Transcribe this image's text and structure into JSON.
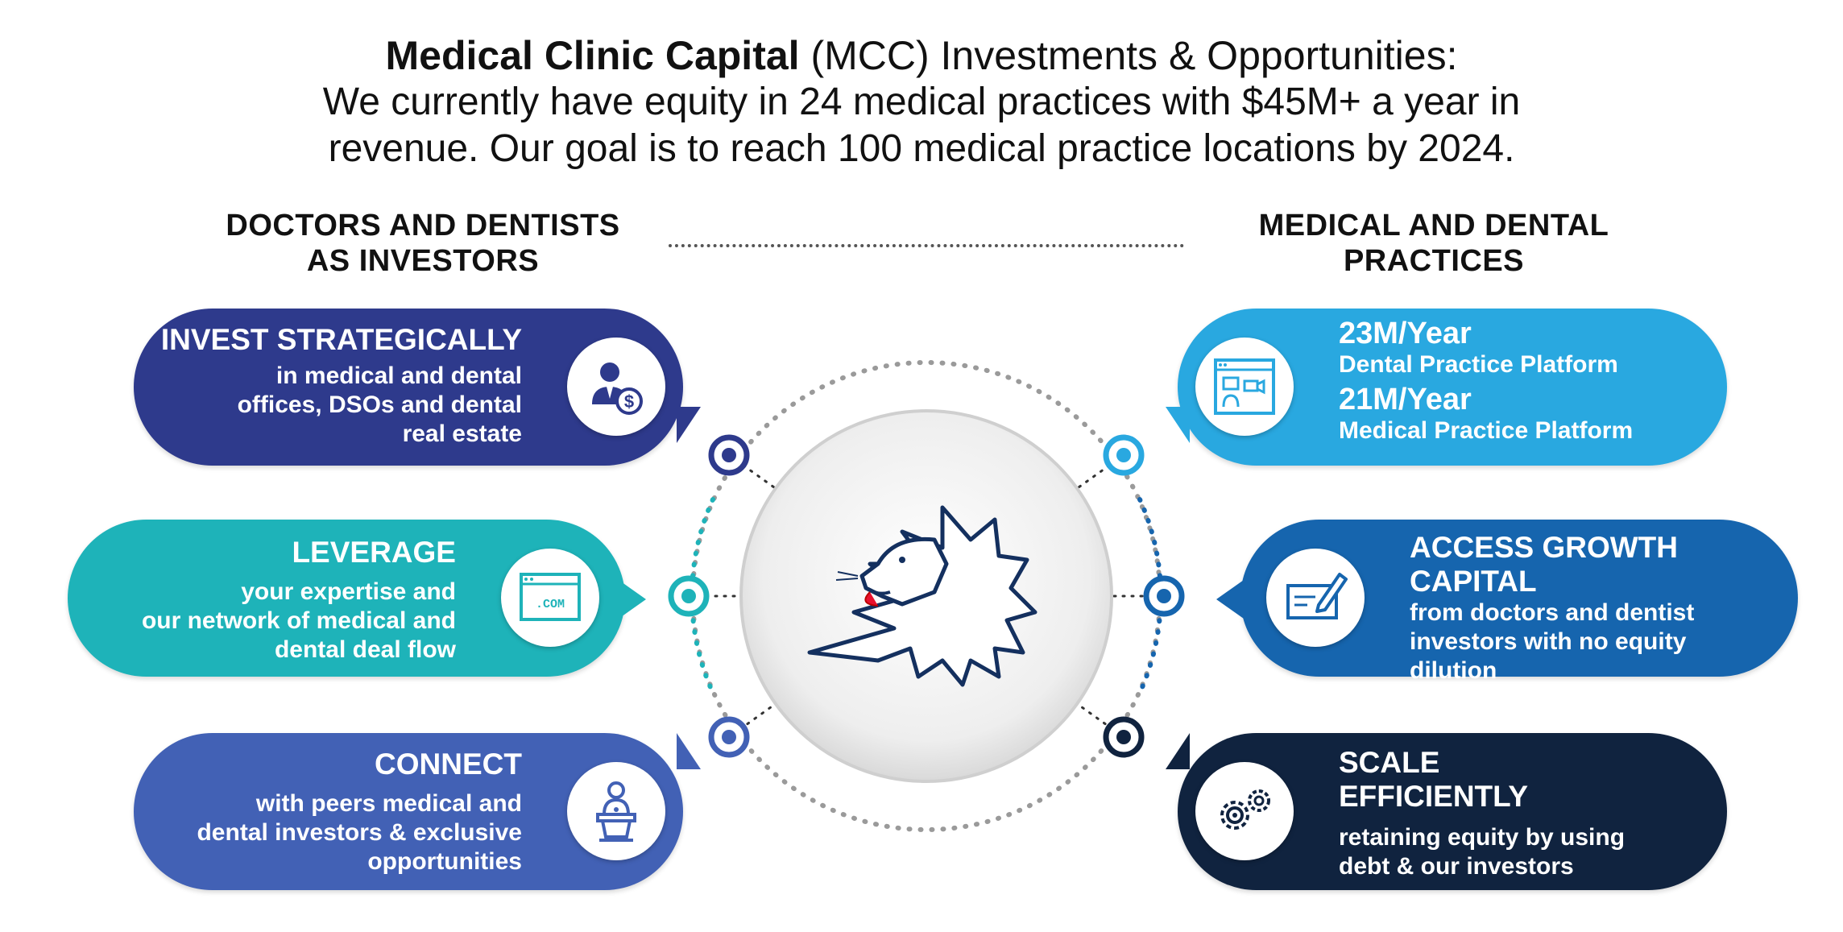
{
  "header": {
    "brand": "Medical Clinic Capital",
    "title_rest": " (MCC) Investments & Opportunities:",
    "line2": "We currently have equity in 24 medical practices with $45M+ a year in",
    "line3": "revenue. Our goal is to reach 100 medical practice locations by 2024."
  },
  "left_heading": {
    "line1": "DOCTORS AND DENTISTS",
    "line2": "AS INVESTORS"
  },
  "right_heading": {
    "line1": "MEDICAL AND DENTAL",
    "line2": "PRACTICES"
  },
  "left_cards": [
    {
      "title": "INVEST STRATEGICALLY",
      "lines": [
        "in medical and dental",
        "offices, DSOs and dental",
        "real estate"
      ],
      "icon": "investor-dollar-icon",
      "color": "#2e3a8c"
    },
    {
      "title": "LEVERAGE",
      "lines": [
        "your expertise and",
        "our network of medical and",
        "dental deal flow"
      ],
      "icon": "browser-com-icon",
      "icon_text": ".COM",
      "color": "#1eb3b9"
    },
    {
      "title": "CONNECT",
      "lines": [
        "with peers medical and",
        "dental investors & exclusive",
        "opportunities"
      ],
      "icon": "speaker-podium-icon",
      "color": "#4261b5"
    }
  ],
  "right_cards": [
    {
      "stat1": "23M/Year",
      "label1": "Dental Practice Platform",
      "stat2": "21M/Year",
      "label2": "Medical Practice Platform",
      "icon": "video-call-icon",
      "color": "#29a8e0"
    },
    {
      "title_lines": [
        "ACCESS GROWTH",
        "CAPITAL"
      ],
      "lines": [
        "from doctors and dentist",
        "investors with no equity",
        "dilution"
      ],
      "icon": "check-signing-icon",
      "color": "#1665ae"
    },
    {
      "title_lines": [
        "SCALE",
        "EFFICIENTLY"
      ],
      "lines": [
        "retaining equity by using",
        "debt & our investors"
      ],
      "icon": "gears-icon",
      "color": "#10233f"
    }
  ],
  "center": {
    "icon": "lion-head-icon"
  },
  "colors": {
    "node_left_top": "#2e3a8c",
    "node_left_mid": "#1eb3b9",
    "node_left_bot": "#4261b5",
    "node_right_top": "#29a8e0",
    "node_right_mid": "#1665ae",
    "node_right_bot": "#10233f"
  }
}
